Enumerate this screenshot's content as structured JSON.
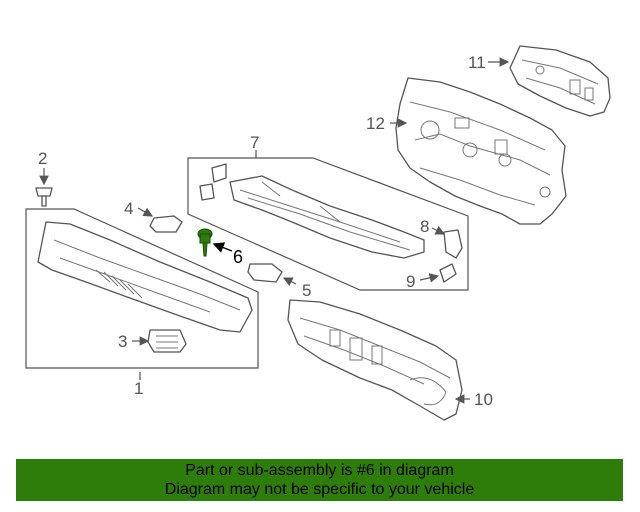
{
  "diagram": {
    "callouts": {
      "c1": "1",
      "c2": "2",
      "c3": "3",
      "c4": "4",
      "c5": "5",
      "c6": "6",
      "c7": "7",
      "c8": "8",
      "c9": "9",
      "c10": "10",
      "c11": "11",
      "c12": "12"
    },
    "highlight_color": "#2e7d0b"
  },
  "banner": {
    "line1": "Part or sub-assembly is #6 in diagram",
    "line2": "Diagram may not be specific to your vehicle",
    "background": "#2e7d0b"
  }
}
